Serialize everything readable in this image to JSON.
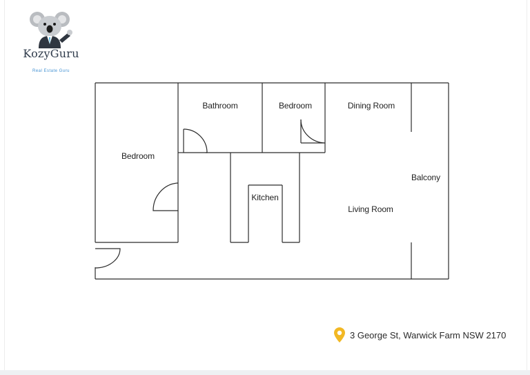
{
  "brand": {
    "name": "KozyGuru",
    "tagline": "Real Estate Guru"
  },
  "floor_plan": {
    "rooms": {
      "bedroom_left": "Bedroom",
      "bathroom": "Bathroom",
      "bedroom_center": "Bedroom",
      "dining_room": "Dining Room",
      "kitchen": "Kitchen",
      "living_room": "Living Room",
      "balcony": "Balcony"
    }
  },
  "address": {
    "icon": "location-pin-icon",
    "text": "3 George St, Warwick Farm NSW 2170",
    "pin_color": "#f2b824"
  },
  "colors": {
    "wall": "#2b2b2b",
    "brand_text": "#2f3b4b",
    "tagline": "#3f8fd2"
  }
}
